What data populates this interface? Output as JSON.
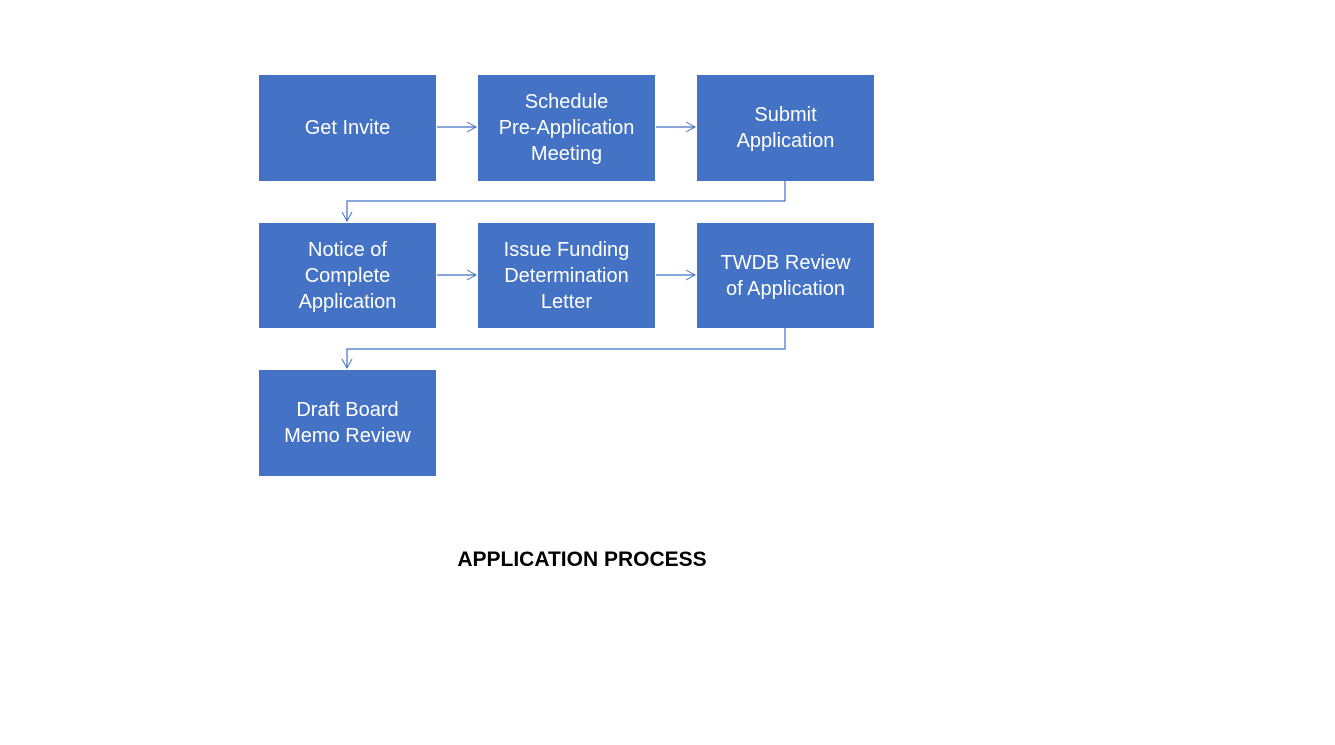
{
  "title": "APPLICATION PROCESS",
  "colors": {
    "box": "#4472C4",
    "arrow": "#4472C4",
    "text": "#FFFFFF"
  },
  "steps": [
    {
      "label": "Get Invite"
    },
    {
      "label": "Schedule\nPre-Application\nMeeting"
    },
    {
      "label": "Submit\nApplication"
    },
    {
      "label": "Notice of\nComplete\nApplication"
    },
    {
      "label": "Issue Funding\nDetermination\nLetter"
    },
    {
      "label": "TWDB Review\nof Application"
    },
    {
      "label": "Draft Board\nMemo Review"
    }
  ]
}
